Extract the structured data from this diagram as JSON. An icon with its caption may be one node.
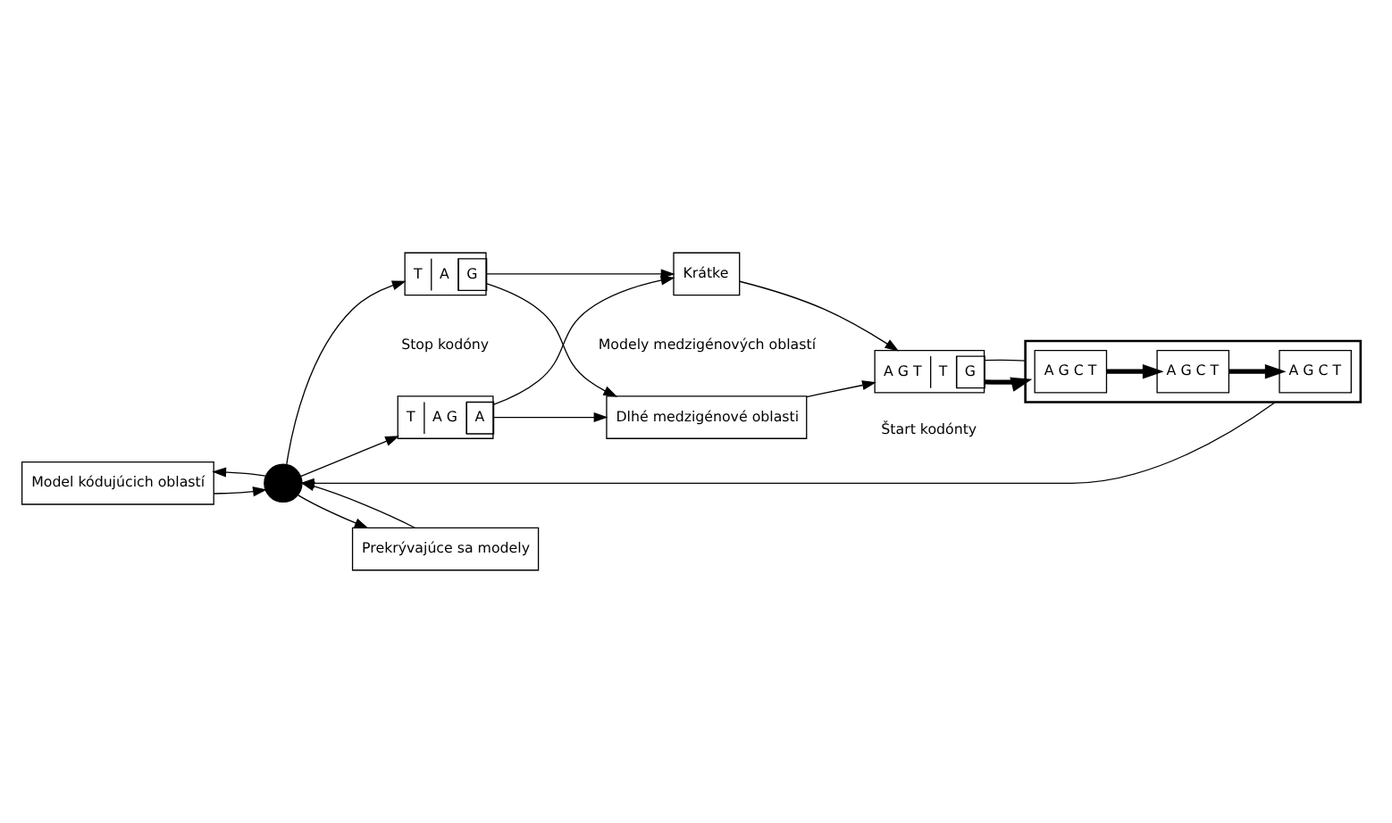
{
  "diagram": {
    "nodes": [
      {
        "text": [
          "Model kódujúcich oblastí"
        ]
      },
      {
        "text": [],
        "shape": "circle"
      },
      {
        "text": [
          "Prekrývajúce sa modely"
        ]
      },
      {
        "text": [],
        "shape": "box"
      },
      {
        "text": [
          "A G C T"
        ],
        "in": 3
      },
      {
        "text": [
          "A G C T"
        ],
        "in": 3
      },
      {
        "text": [
          "A G C T"
        ],
        "in": 3
      },
      {
        "text": [
          "T",
          "A G",
          "A"
        ]
      },
      {
        "text": [
          "T",
          "A",
          "G"
        ]
      },
      {
        "text": [
          "Dlhé medzigénové oblasti"
        ]
      },
      {
        "text": [
          "Krátke"
        ]
      },
      {
        "text": [
          "A G T",
          "T",
          "G"
        ],
        "beside": [
          "Štart kodónty"
        ]
      }
    ],
    "edges": [
      {
        "from": 1,
        "to": 0,
        "arrow": "to"
      },
      {
        "from": 0,
        "to": 1,
        "arrow": "to"
      },
      {
        "from": 1,
        "to": 2,
        "arrow": "to"
      },
      {
        "from": 2,
        "to": 1,
        "arrow": "to"
      },
      {
        "from": 3,
        "to": 1,
        "arrow": "to"
      },
      {
        "from": 4,
        "to": 5,
        "arrow": "to",
        "style": "thick"
      },
      {
        "from": 5,
        "to": 6,
        "arrow": "to",
        "style": "thick"
      },
      {
        "from": 1,
        "to": 7,
        "arrow": "to"
      },
      {
        "from": 1,
        "to": 8,
        "arrow": "to"
      },
      {
        "from": 7,
        "to": 9,
        "arrow": "to"
      },
      {
        "from": 7,
        "to": 10,
        "arrow": "to"
      },
      {
        "from": 8,
        "to": 9,
        "arrow": "to"
      },
      {
        "from": 8,
        "to": 10,
        "arrow": "to"
      },
      {
        "from": 9,
        "to": 11,
        "arrow": "to"
      },
      {
        "from": 10,
        "to": 11,
        "arrow": "to"
      },
      {
        "from": 11,
        "to": 3,
        "arrow": "to",
        "style": "thick"
      },
      {
        "from": 11,
        "to": 3,
        "arrow": "none"
      }
    ],
    "labels": [
      "Stop kodóny",
      "Modely medzigénových oblastí"
    ]
  }
}
